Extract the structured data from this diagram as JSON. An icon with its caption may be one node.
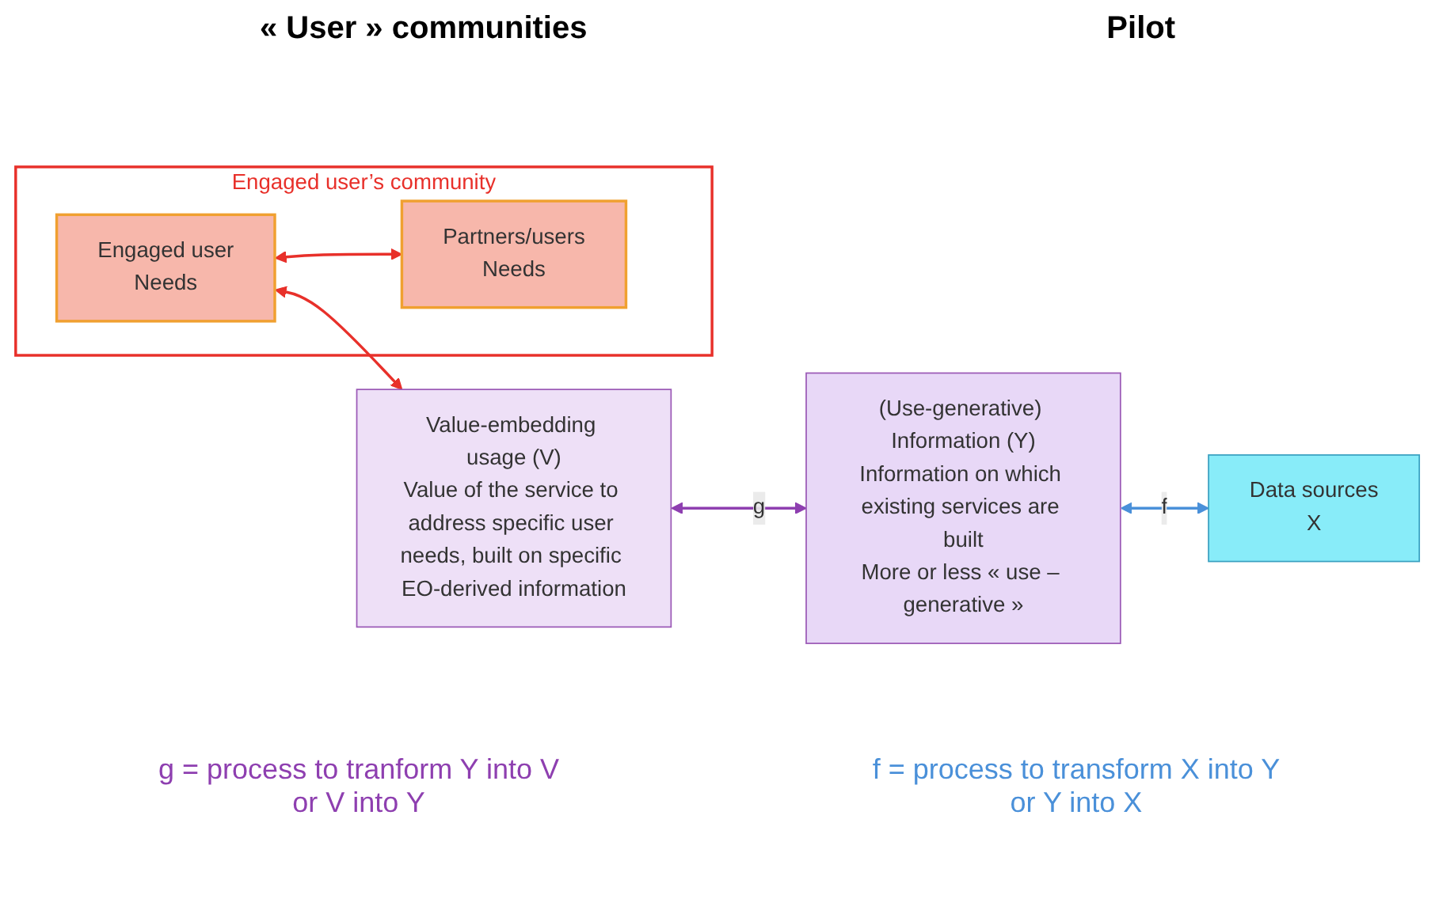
{
  "diagram": {
    "nodes": [
      {
        "text": [
          "Engaged user’s community"
        ]
      },
      {
        "text": [
          "Engaged user",
          "Needs"
        ],
        "in": 0
      },
      {
        "text": [
          "Partners/users",
          "Needs"
        ],
        "in": 0
      },
      {
        "text": [
          "Value-embedding usage (V)",
          "Value of the service to address specific user needs, built on specific EO-derived information"
        ]
      },
      {
        "text": [
          "(Use-generative) Information (Y)",
          "Information on which existing services are built",
          "More or less « use – generative »"
        ]
      },
      {
        "text": [
          "Data sources",
          "X"
        ]
      }
    ],
    "edges": [
      {
        "from": 1,
        "to": 3,
        "arrow": "both",
        "color": "#e8302a"
      },
      {
        "from": 1,
        "to": 2,
        "arrow": "both",
        "color": "#e8302a"
      },
      {
        "from": 3,
        "to": 4,
        "arrow": "both",
        "label": "g",
        "color": "#8e3fb0"
      },
      {
        "from": 4,
        "to": 5,
        "arrow": "both",
        "label": "f",
        "color": "#4a90d9"
      }
    ],
    "labels": [
      "« User » communities",
      "Pilot",
      "g = process to tranform Y into V or V into Y",
      "f = process to transform X into Y or Y into X"
    ]
  }
}
